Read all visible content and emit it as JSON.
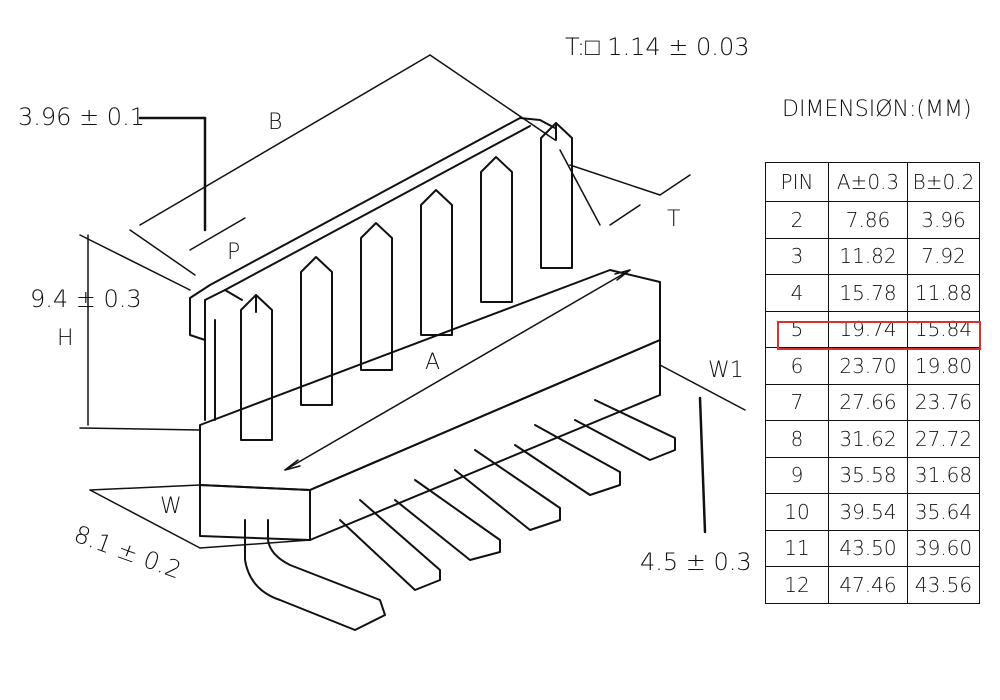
{
  "thickness_label": "T:□ 1.14 ± 0.03",
  "table_title": "DIMENSIØN:(MM)",
  "dimensions": {
    "pitch": "3.96 ± 0.1",
    "height": "9.4 ± 0.3",
    "width": "8.1 ± 0.2",
    "w1": "4.5 ± 0.3"
  },
  "letters": {
    "B": "B",
    "P": "P",
    "T": "T",
    "H": "H",
    "A": "A",
    "W": "W",
    "W1": "W1"
  },
  "table": {
    "headers": [
      "PIN",
      "A±0.3",
      "B±0.2"
    ],
    "rows": [
      [
        "2",
        "7.86",
        "3.96"
      ],
      [
        "3",
        "11.82",
        "7.92"
      ],
      [
        "4",
        "15.78",
        "11.88"
      ],
      [
        "5",
        "19.74",
        "15.84"
      ],
      [
        "6",
        "23.70",
        "19.80"
      ],
      [
        "7",
        "27.66",
        "23.76"
      ],
      [
        "8",
        "31.62",
        "27.72"
      ],
      [
        "9",
        "35.58",
        "31.68"
      ],
      [
        "10",
        "39.54",
        "35.64"
      ],
      [
        "11",
        "43.50",
        "39.60"
      ],
      [
        "12",
        "47.46",
        "43.56"
      ]
    ],
    "highlighted_row": "5",
    "highlight_color": "#d93030"
  }
}
